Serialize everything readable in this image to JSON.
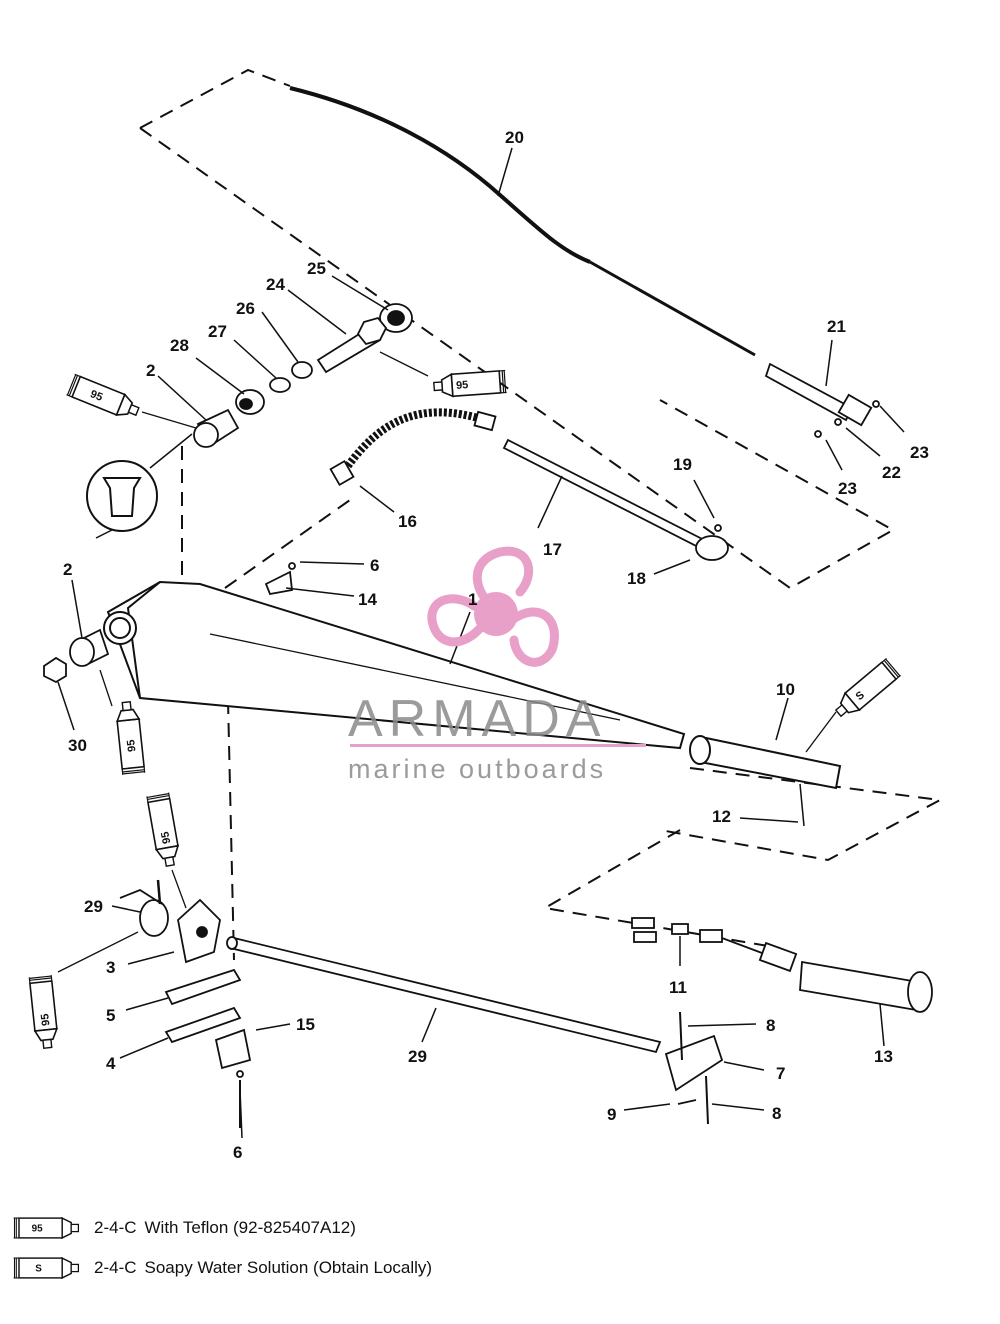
{
  "watermark": {
    "brand": "ARMADA",
    "tagline": "marine outboards",
    "pink": "#e8a0c8",
    "grey": "#8a8a8a"
  },
  "callouts": [
    {
      "id": "c20",
      "text": "20"
    },
    {
      "id": "c21",
      "text": "21"
    },
    {
      "id": "c23a",
      "text": "23"
    },
    {
      "id": "c22",
      "text": "22"
    },
    {
      "id": "c23b",
      "text": "23"
    },
    {
      "id": "c25",
      "text": "25"
    },
    {
      "id": "c24",
      "text": "24"
    },
    {
      "id": "c26",
      "text": "26"
    },
    {
      "id": "c27",
      "text": "27"
    },
    {
      "id": "c28",
      "text": "28"
    },
    {
      "id": "c2a",
      "text": "2"
    },
    {
      "id": "c2b",
      "text": "2"
    },
    {
      "id": "c16",
      "text": "16"
    },
    {
      "id": "c17",
      "text": "17"
    },
    {
      "id": "c19",
      "text": "19"
    },
    {
      "id": "c18",
      "text": "18"
    },
    {
      "id": "c6a",
      "text": "6"
    },
    {
      "id": "c14",
      "text": "14"
    },
    {
      "id": "c1",
      "text": "1"
    },
    {
      "id": "c30",
      "text": "30"
    },
    {
      "id": "c10",
      "text": "10"
    },
    {
      "id": "c12",
      "text": "12"
    },
    {
      "id": "c29a",
      "text": "29"
    },
    {
      "id": "c3",
      "text": "3"
    },
    {
      "id": "c5",
      "text": "5"
    },
    {
      "id": "c4",
      "text": "4"
    },
    {
      "id": "c15",
      "text": "15"
    },
    {
      "id": "c6b",
      "text": "6"
    },
    {
      "id": "c29b",
      "text": "29"
    },
    {
      "id": "c11",
      "text": "11"
    },
    {
      "id": "c13",
      "text": "13"
    },
    {
      "id": "c8a",
      "text": "8"
    },
    {
      "id": "c7",
      "text": "7"
    },
    {
      "id": "c8b",
      "text": "8"
    },
    {
      "id": "c9",
      "text": "9"
    }
  ],
  "tubes": {
    "t95a": "95",
    "t95b": "95",
    "t95c": "95",
    "t95d": "95",
    "t95e": "95",
    "tSa": "S"
  },
  "legend": [
    {
      "symbol": "95",
      "code": "2-4-C",
      "text": "With Teflon (92-825407A12)"
    },
    {
      "symbol": "S",
      "code": "2-4-C",
      "text": "Soapy Water Solution (Obtain Locally)"
    }
  ]
}
